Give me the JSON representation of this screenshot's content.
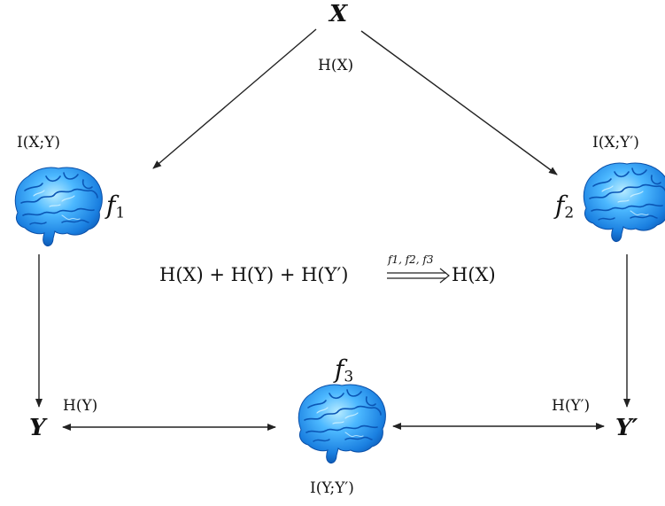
{
  "nodes": {
    "x": "X",
    "y": "Y",
    "y_prime": "Y′"
  },
  "entropy": {
    "hx": "H(X)",
    "hy": "H(Y)",
    "hy_prime": "H(Y′)"
  },
  "mutual_information": {
    "ixy": "I(X;Y)",
    "ixy_prime": "I(X;Y′)",
    "iyy_prime": "I(Y;Y′)"
  },
  "functions": {
    "f1": {
      "base": "f",
      "sub": "1"
    },
    "f2": {
      "base": "f",
      "sub": "2"
    },
    "f3": {
      "base": "f",
      "sub": "3"
    }
  },
  "central_equation": {
    "lhs": "H(X) + H(Y) + H(Y′)",
    "arrow_label": "f1, f2, f3",
    "rhs": "H(X)"
  },
  "icons": {
    "brain": "brain-icon"
  },
  "colors": {
    "brain_light": "#6fd3ff",
    "brain_mid": "#1f8fe8",
    "brain_dark": "#0a4fa8",
    "line": "#222222"
  }
}
